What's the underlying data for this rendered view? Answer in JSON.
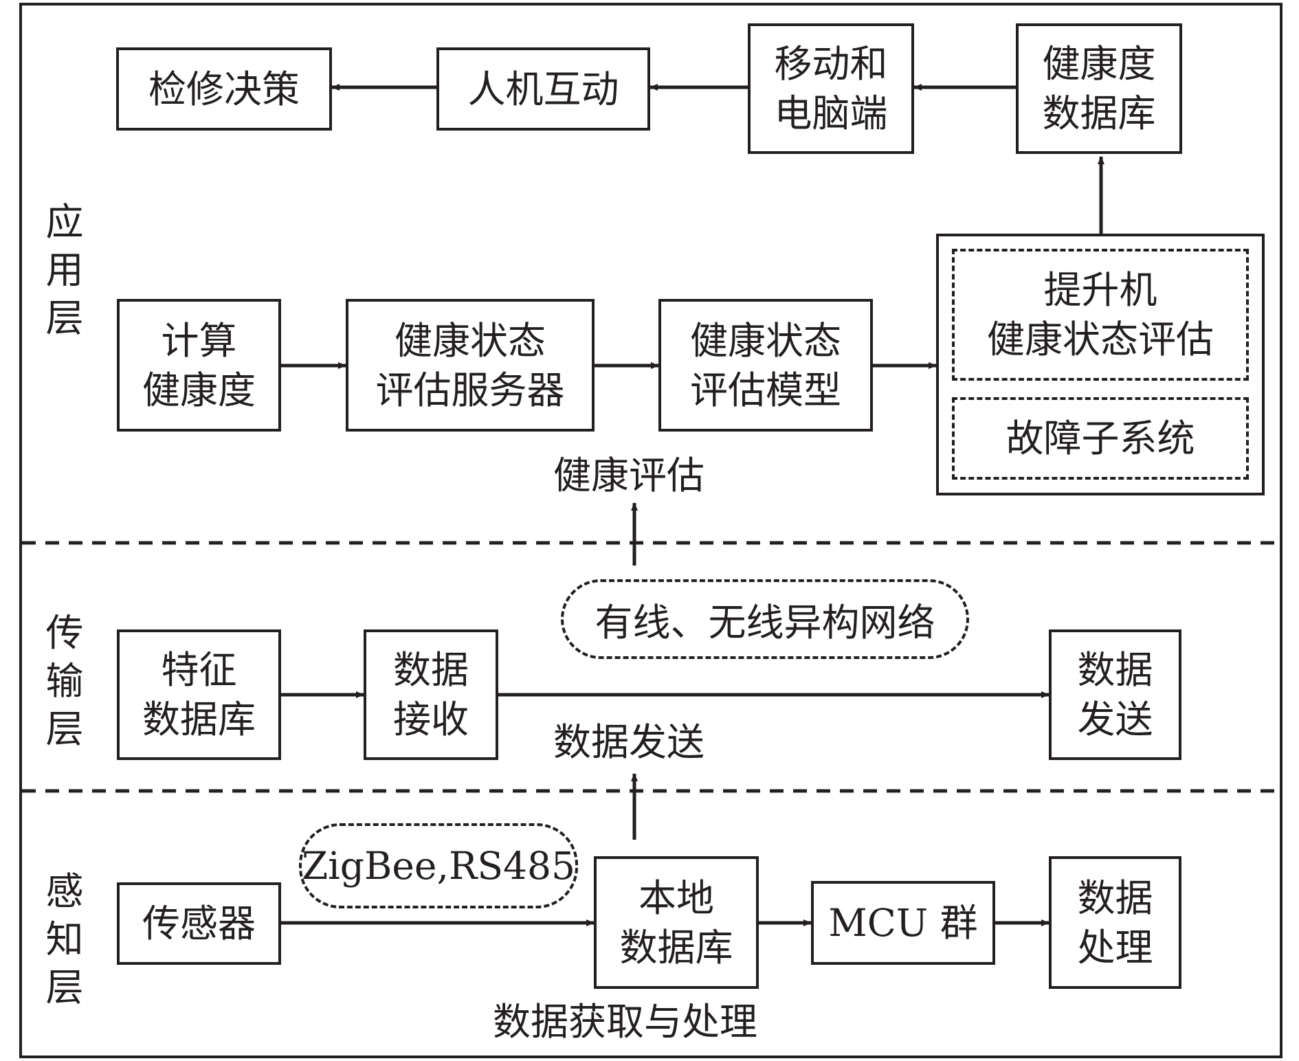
{
  "layers": {
    "application": [
      "应",
      "用",
      "层"
    ],
    "transmission": [
      "传",
      "输",
      "层"
    ],
    "perception": [
      "感",
      "知",
      "层"
    ]
  },
  "application": {
    "top_row": {
      "maintenance_decision": "检修决策",
      "hmi": "人机互动",
      "mobile_pc": [
        "移动和",
        "电脑端"
      ],
      "health_database": [
        "健康度",
        "数据库"
      ]
    },
    "middle_row": {
      "compute_health": [
        "计算",
        "健康度"
      ],
      "assessment_server": [
        "健康状态",
        "评估服务器"
      ],
      "assessment_model": [
        "健康状态",
        "评估模型"
      ],
      "hoist_assessment": [
        "提升机",
        "健康状态评估"
      ],
      "fault_subsystem": "故障子系统"
    },
    "health_assessment_label": "健康评估"
  },
  "transmission": {
    "network": "有线、无线异构网络",
    "feature_database": [
      "特征",
      "数据库"
    ],
    "data_receive": [
      "数据",
      "接收"
    ],
    "data_send_box": [
      "数据",
      "发送"
    ],
    "data_send_label": "数据发送"
  },
  "perception": {
    "protocols": "ZigBee,RS485",
    "sensor": "传感器",
    "local_database": [
      "本地",
      "数据库"
    ],
    "mcu_group": "MCU 群",
    "data_processing": [
      "数据",
      "处理"
    ],
    "acquisition_label": "数据获取与处理"
  }
}
